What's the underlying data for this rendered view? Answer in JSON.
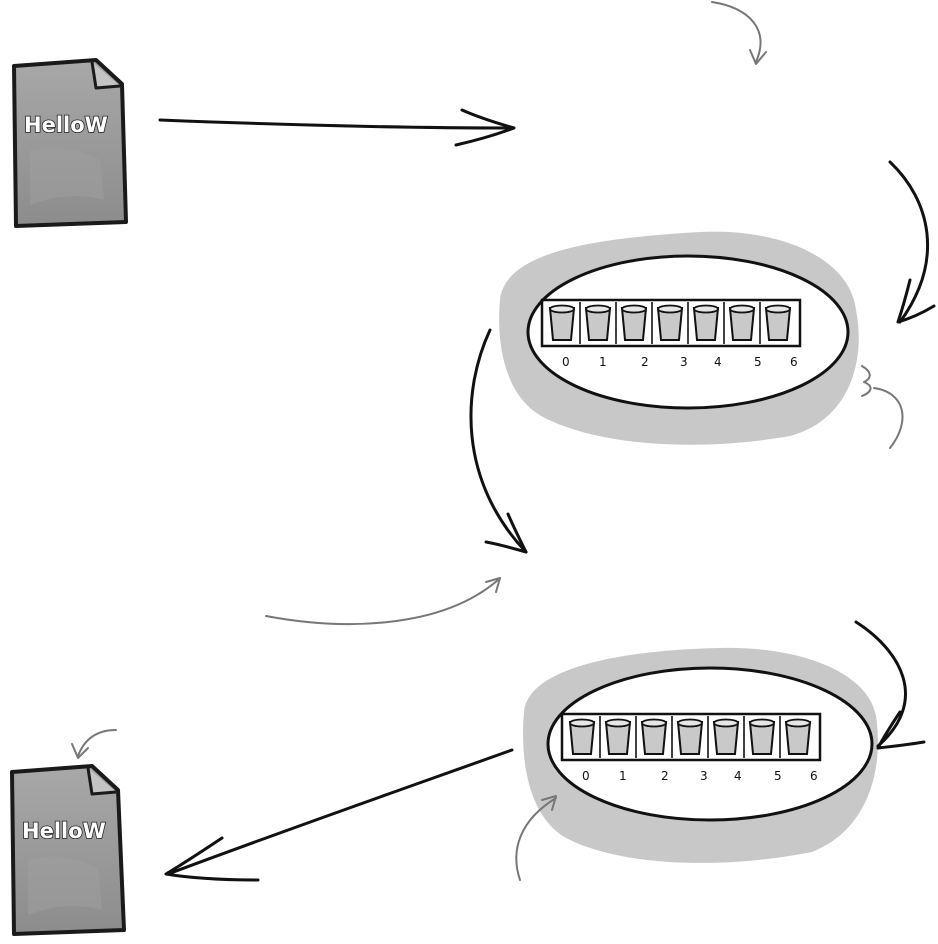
{
  "documents": [
    {
      "id": "input-file",
      "label": "HelloW"
    },
    {
      "id": "output-file",
      "label": "HelloW"
    }
  ],
  "arrays": [
    {
      "id": "top-array",
      "indices": [
        "0",
        "1",
        "2",
        "3",
        "4",
        "5",
        "6"
      ]
    },
    {
      "id": "bottom-array",
      "indices": [
        "0",
        "1",
        "2",
        "3",
        "4",
        "5",
        "6"
      ]
    }
  ],
  "colors": {
    "ink": "#111111",
    "annotation_ink": "#777777",
    "blob_gray": "#c8c8c8",
    "doc_gray": "#9a9a9a"
  }
}
